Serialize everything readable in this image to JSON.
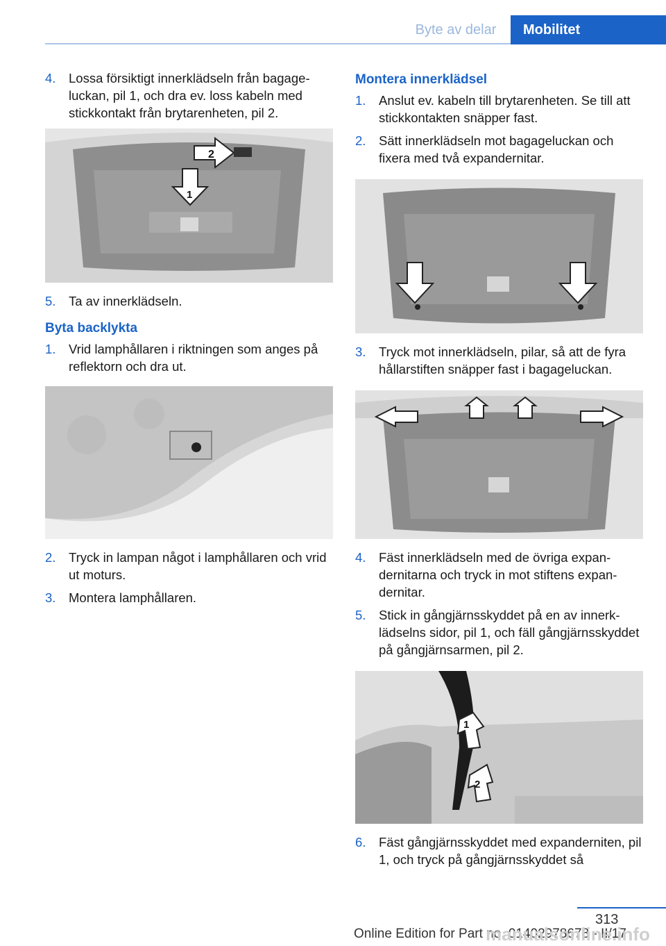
{
  "header": {
    "section": "Byte av delar",
    "chapter": "Mobilitet"
  },
  "left": {
    "step4": {
      "num": "4.",
      "text": "Lossa försiktigt innerklädseln från bagage­luckan, pil 1, och dra ev. loss kabeln med stickkontakt från brytarenheten, pil 2."
    },
    "step5": {
      "num": "5.",
      "text": "Ta av innerklädseln."
    },
    "heading": "Byta backlykta",
    "b1": {
      "num": "1.",
      "text": "Vrid lamphållaren i riktningen som anges på reflektorn och dra ut."
    },
    "b2": {
      "num": "2.",
      "text": "Tryck in lampan något i lamphållaren och vrid ut moturs."
    },
    "b3": {
      "num": "3.",
      "text": "Montera lamphållaren."
    }
  },
  "right": {
    "heading": "Montera innerklädsel",
    "s1": {
      "num": "1.",
      "text": "Anslut ev. kabeln till brytarenheten. Se till att stickkontakten snäpper fast."
    },
    "s2": {
      "num": "2.",
      "text": "Sätt innerklädseln mot bagageluckan och fixera med två expandernitar."
    },
    "s3": {
      "num": "3.",
      "text": "Tryck mot innerklädseln, pilar, så att de fyra hållarstiften snäpper fast i bagage­luckan."
    },
    "s4": {
      "num": "4.",
      "text": "Fäst innerklädseln med de övriga expan­dernitarna och tryck in mot stiftens expan­dernitar."
    },
    "s5": {
      "num": "5.",
      "text": "Stick in gångjärnsskyddet på en av innerk­lädselns sidor, pil 1, och fäll gångjärns­skyddet på gångjärnsarmen, pil 2."
    },
    "s6": {
      "num": "6.",
      "text": "Fäst gångjärnsskyddet med expanderni­ten, pil 1, och tryck på gångjärnsskyddet så"
    }
  },
  "figures": {
    "fig1": {
      "label1": "1",
      "label2": "2"
    },
    "fig5": {
      "label1": "1",
      "label2": "2"
    }
  },
  "footer": {
    "page": "313",
    "edition": "Online Edition for Part no. 01402978678 - II/17",
    "watermark": "manualsonline.info"
  }
}
